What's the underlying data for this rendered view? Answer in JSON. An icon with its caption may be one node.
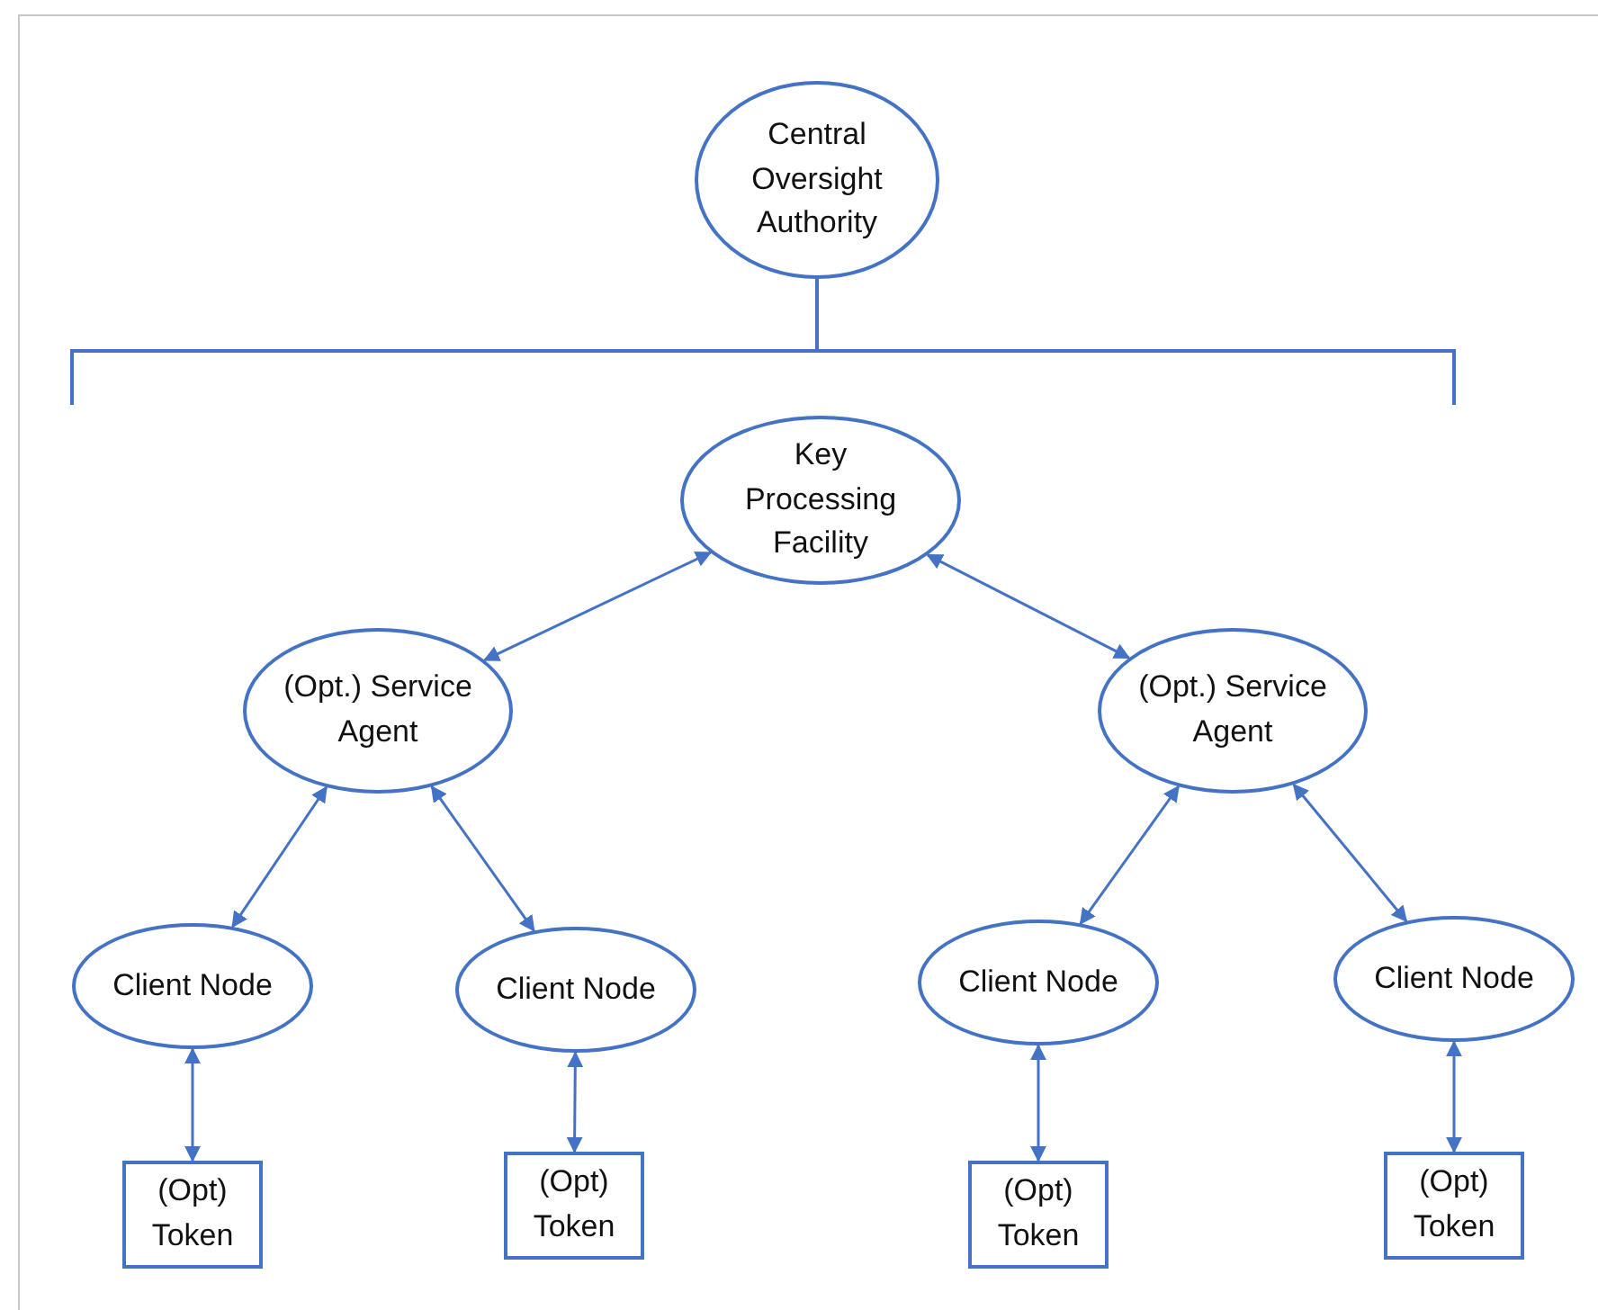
{
  "diagram": {
    "nodes": [
      {
        "text": [
          "Central Oversight Authority"
        ]
      },
      {
        "text": [
          "Key Processing Facility"
        ]
      },
      {
        "text": [
          "(Opt.) Service Agent"
        ]
      },
      {
        "text": [
          "(Opt.) Service Agent"
        ]
      },
      {
        "text": [
          "Client Node"
        ]
      },
      {
        "text": [
          "Client Node"
        ]
      },
      {
        "text": [
          "Client Node"
        ]
      },
      {
        "text": [
          "Client Node"
        ]
      },
      {
        "text": [
          "(Opt) Token"
        ]
      },
      {
        "text": [
          "(Opt) Token"
        ]
      },
      {
        "text": [
          "(Opt) Token"
        ]
      },
      {
        "text": [
          "(Opt) Token"
        ]
      }
    ],
    "edges": [
      {
        "from": 1,
        "to": 2,
        "arrow": "both"
      },
      {
        "from": 1,
        "to": 3,
        "arrow": "both"
      },
      {
        "from": 2,
        "to": 4,
        "arrow": "both"
      },
      {
        "from": 2,
        "to": 5,
        "arrow": "both"
      },
      {
        "from": 3,
        "to": 6,
        "arrow": "both"
      },
      {
        "from": 3,
        "to": 7,
        "arrow": "both"
      },
      {
        "from": 4,
        "to": 8,
        "arrow": "both"
      },
      {
        "from": 5,
        "to": 9,
        "arrow": "both"
      },
      {
        "from": 6,
        "to": 10,
        "arrow": "both"
      },
      {
        "from": 7,
        "to": 11,
        "arrow": "both"
      }
    ]
  }
}
